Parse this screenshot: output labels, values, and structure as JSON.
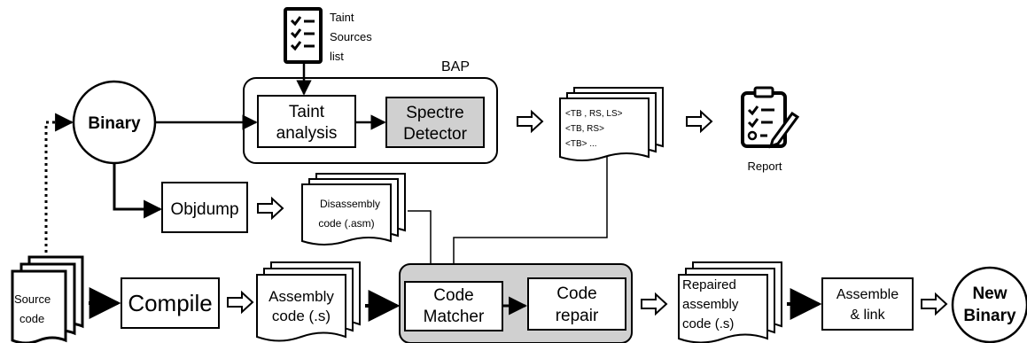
{
  "colors": {
    "shaded": "#d0d0d0",
    "stroke": "#000000"
  },
  "taint_sources": {
    "icon": "checklist-icon",
    "line1": "Taint",
    "line2": "Sources",
    "line3": "list"
  },
  "bap": {
    "label": "BAP"
  },
  "taint_analysis": {
    "line1": "Taint",
    "line2": "analysis"
  },
  "spectre_detector": {
    "line1": "Spectre",
    "line2": "Detector"
  },
  "binary": {
    "label": "Binary"
  },
  "objdump": {
    "label": "Objdump"
  },
  "disassembly": {
    "line1": "Disassembly",
    "line2": "code (.asm)"
  },
  "results": {
    "line1": "<TB , RS, LS>",
    "line2": "<TB, RS>",
    "line3": "<TB>  ..."
  },
  "report": {
    "icon": "report-icon",
    "label": "Report"
  },
  "source_code": {
    "line1": "Source",
    "line2": "code"
  },
  "compile": {
    "label": "Compile"
  },
  "assembly": {
    "line1": "Assembly",
    "line2": "code (.s)"
  },
  "code_matcher": {
    "line1": "Code",
    "line2": "Matcher"
  },
  "code_repair": {
    "line1": "Code",
    "line2": "repair"
  },
  "repaired": {
    "line1": "Repaired",
    "line2": "assembly",
    "line3": "code (.s)"
  },
  "assemble_link": {
    "line1": "Assemble",
    "line2": "& link"
  },
  "new_binary": {
    "line1": "New",
    "line2": "Binary"
  }
}
